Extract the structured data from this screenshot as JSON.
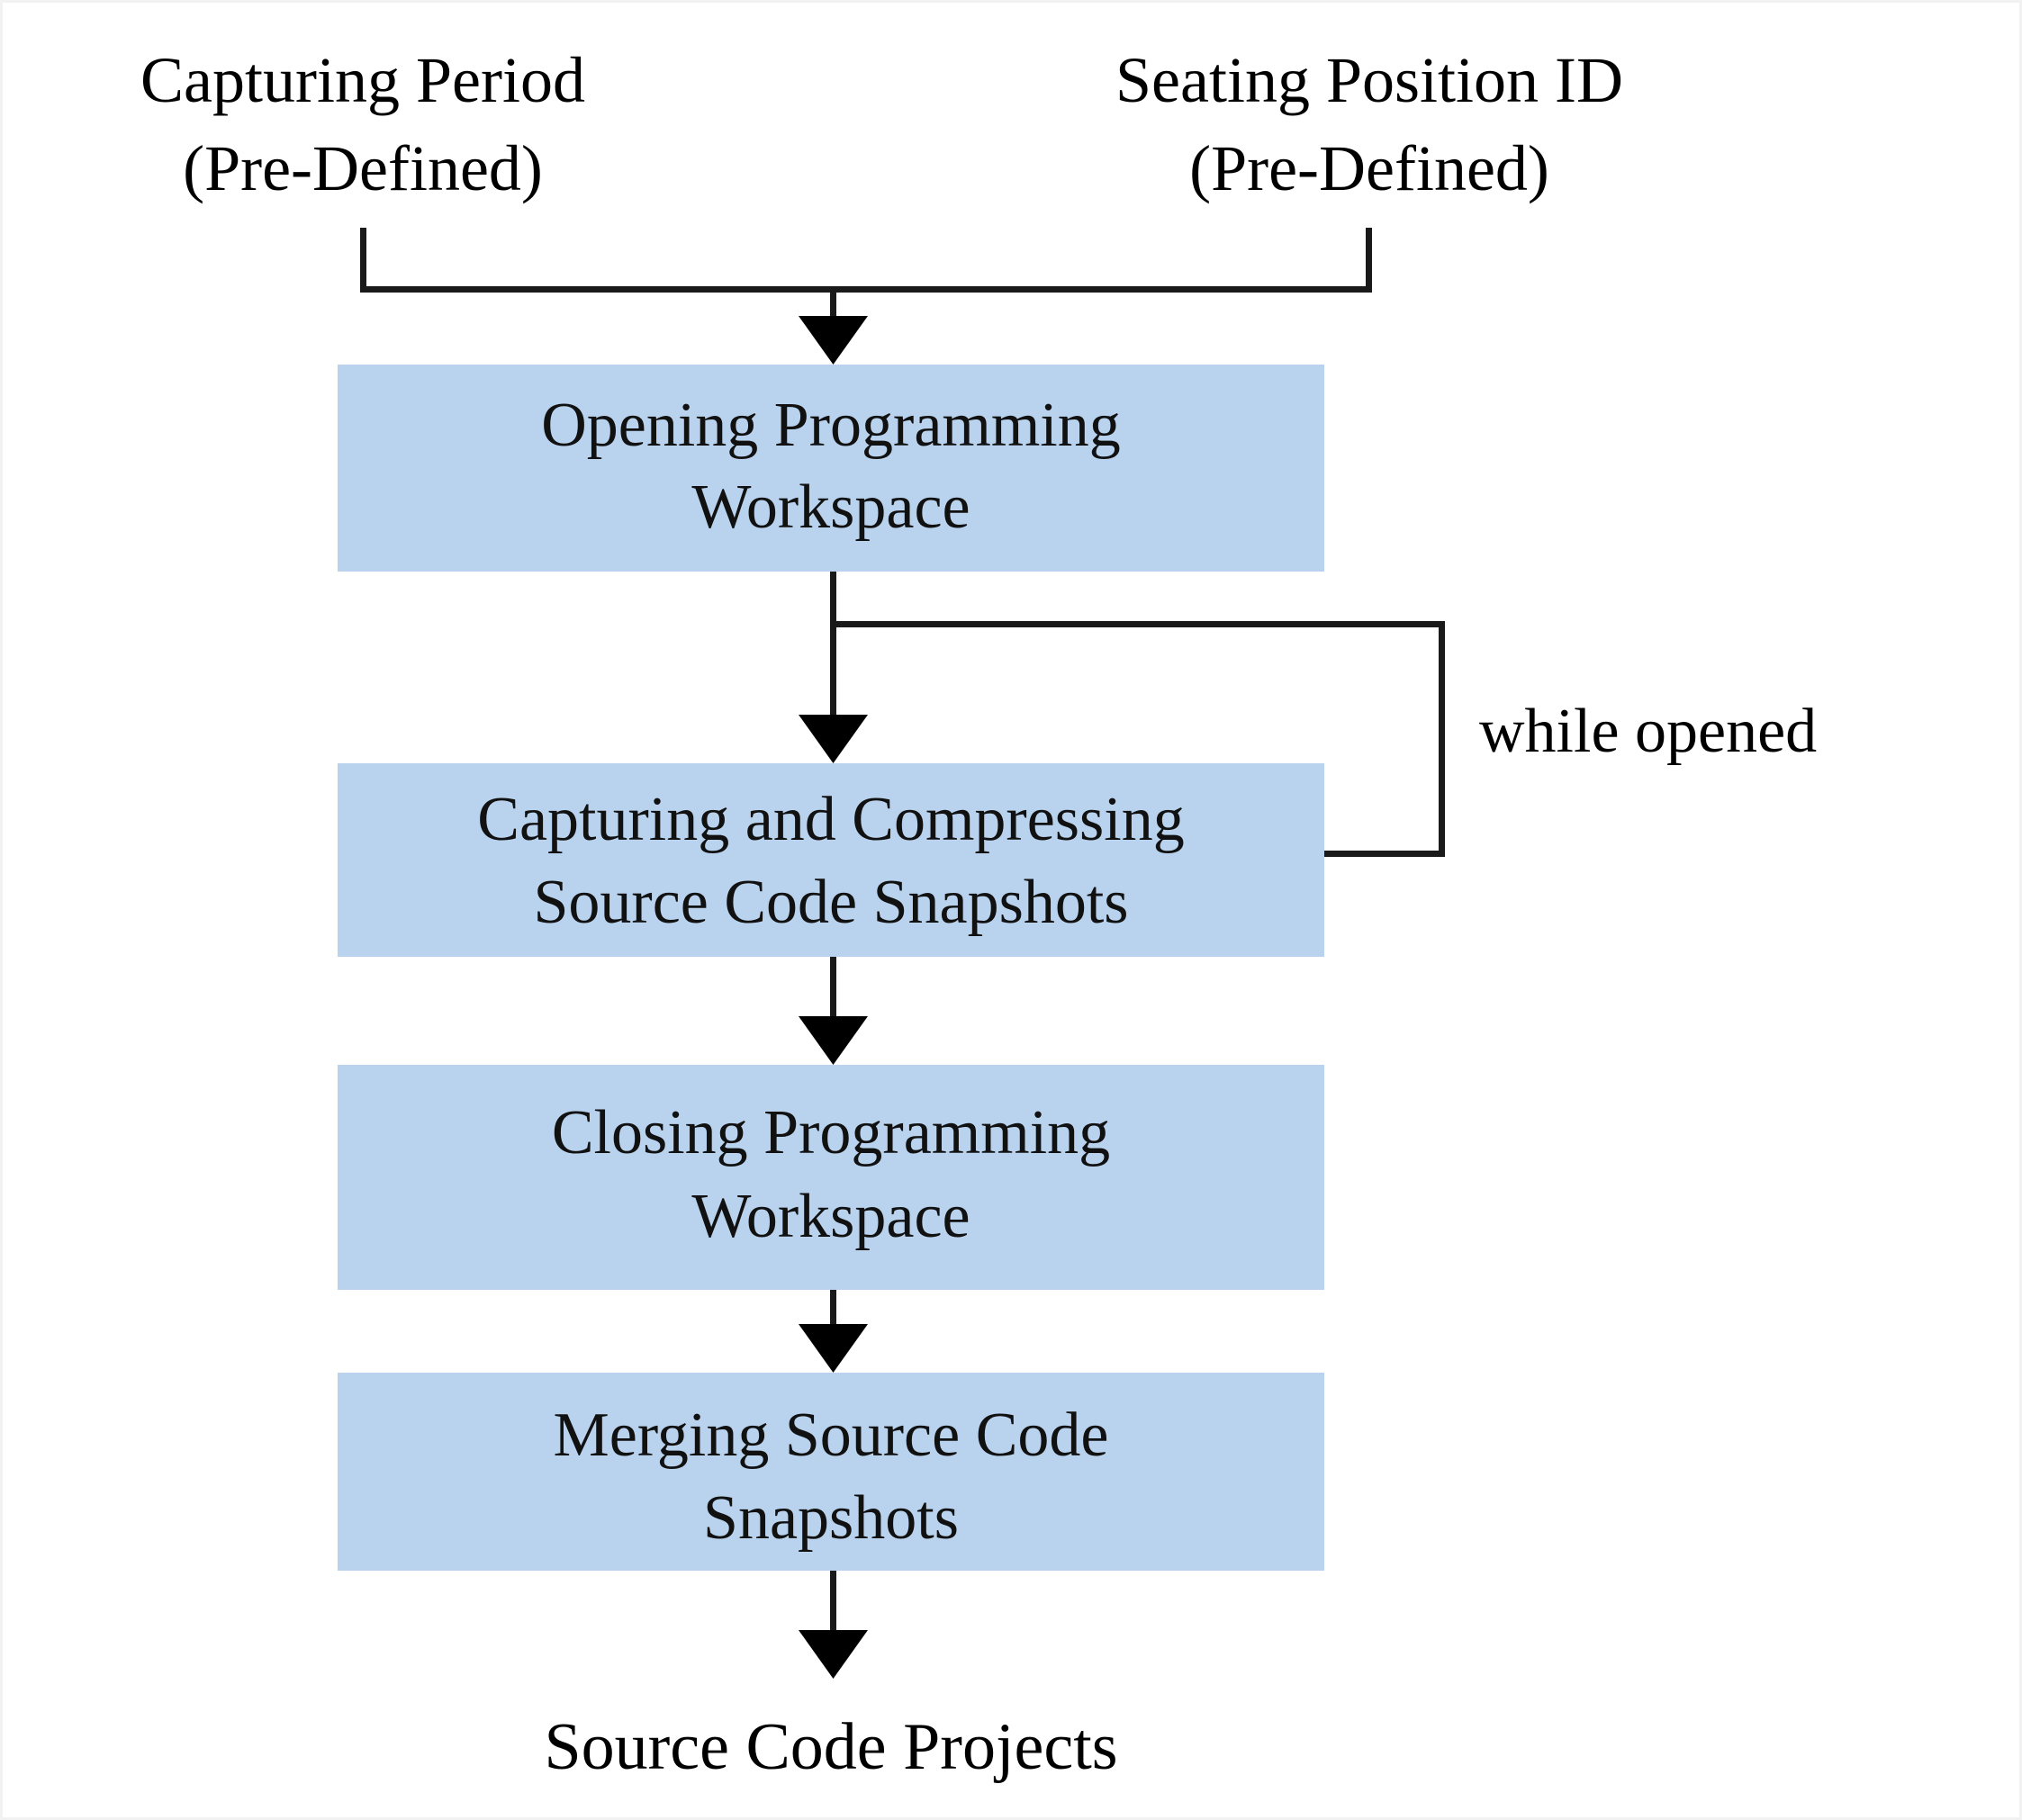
{
  "diagram": {
    "type": "flowchart",
    "orientation": "top-to-bottom",
    "background_color": "#ffffff",
    "box_fill_color": "#b9d3ee",
    "line_color": "#1a1a1a",
    "text_color": "#000000",
    "inputs": [
      {
        "id": "input-capturing-period",
        "line1": "Capturing Period",
        "line2": "(Pre-Defined)"
      },
      {
        "id": "input-seating-position-id",
        "line1": "Seating Position ID",
        "line2": "(Pre-Defined)"
      }
    ],
    "steps": [
      {
        "id": "step-opening-workspace",
        "line1": "Opening Programming",
        "line2": "Workspace"
      },
      {
        "id": "step-capturing-compressing",
        "line1": "Capturing and Compressing",
        "line2": "Source Code Snapshots"
      },
      {
        "id": "step-closing-workspace",
        "line1": "Closing Programming",
        "line2": "Workspace"
      },
      {
        "id": "step-merging-snapshots",
        "line1": "Merging Source Code",
        "line2": "Snapshots"
      }
    ],
    "loop": {
      "id": "loop-while-opened",
      "label": "while opened",
      "from_step": "step-opening-workspace",
      "to_step": "step-capturing-compressing"
    },
    "output": {
      "id": "output-source-code-projects",
      "label": "Source Code Projects"
    }
  }
}
